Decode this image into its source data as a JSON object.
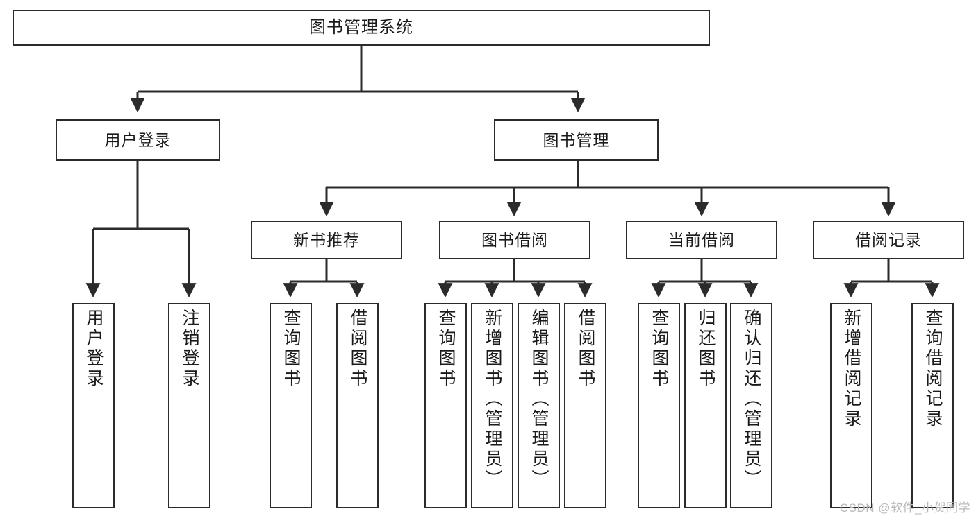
{
  "diagram": {
    "title": "图书管理系统",
    "type": "tree-hierarchy",
    "watermark": "CSDN @软件_小贺同学",
    "colors": {
      "stroke": "#2b2b2b",
      "fill": "#ffffff",
      "text": "#1a1a1a",
      "watermark": "#b9b9b9"
    },
    "nodes": {
      "root": {
        "label": "图书管理系统"
      },
      "level2": [
        {
          "id": "user-login",
          "label": "用户登录"
        },
        {
          "id": "book-manage",
          "label": "图书管理"
        }
      ],
      "level3": [
        {
          "id": "new-book-rec",
          "label": "新书推荐"
        },
        {
          "id": "book-borrow",
          "label": "图书借阅"
        },
        {
          "id": "current-borrow",
          "label": "当前借阅"
        },
        {
          "id": "borrow-record",
          "label": "借阅记录"
        }
      ],
      "leaves": {
        "user_login": [
          {
            "id": "leaf-user-login",
            "label": "用户登录"
          },
          {
            "id": "leaf-logout",
            "label": "注销登录"
          }
        ],
        "new_book_rec": [
          {
            "id": "leaf-query-book-1",
            "label": "查询图书"
          },
          {
            "id": "leaf-borrow-book-1",
            "label": "借阅图书"
          }
        ],
        "book_borrow": [
          {
            "id": "leaf-query-book-2",
            "label": "查询图书"
          },
          {
            "id": "leaf-add-book",
            "label": "新增图书（管理员）"
          },
          {
            "id": "leaf-edit-book",
            "label": "编辑图书（管理员）"
          },
          {
            "id": "leaf-borrow-book-2",
            "label": "借阅图书"
          }
        ],
        "current_borrow": [
          {
            "id": "leaf-query-book-3",
            "label": "查询图书"
          },
          {
            "id": "leaf-return-book",
            "label": "归还图书"
          },
          {
            "id": "leaf-confirm-return",
            "label": "确认归还（管理员）"
          }
        ],
        "borrow_record": [
          {
            "id": "leaf-add-record",
            "label": "新增借阅记录"
          },
          {
            "id": "leaf-query-record",
            "label": "查询借阅记录"
          }
        ]
      }
    }
  }
}
